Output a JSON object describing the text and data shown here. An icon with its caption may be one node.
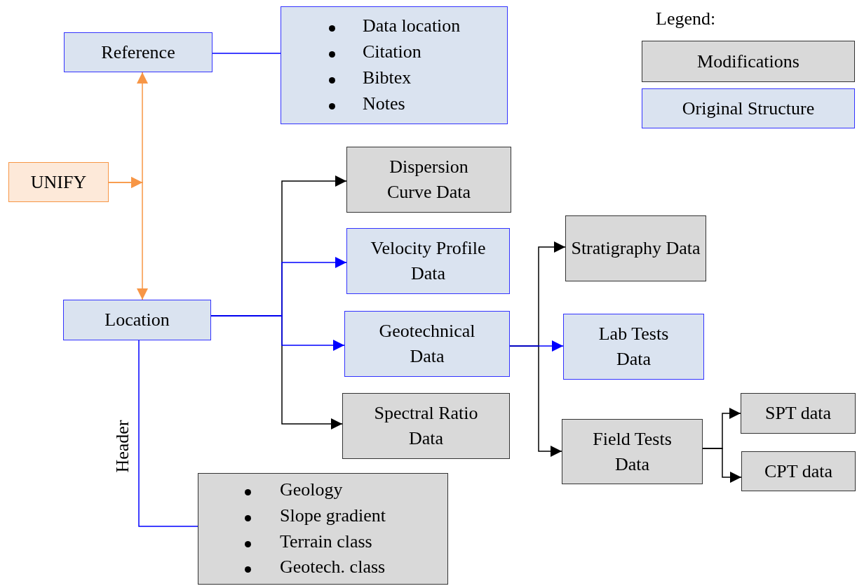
{
  "diagram": {
    "nodes": [
      {
        "text": [
          "Reference"
        ]
      },
      {
        "text": [
          "Data location",
          "Citation",
          "Bibtex",
          "Notes"
        ]
      },
      {
        "text": [
          "UNIFY"
        ]
      },
      {
        "text": [
          "Location"
        ]
      },
      {
        "text": [
          "Dispersion Curve Data"
        ]
      },
      {
        "text": [
          "Velocity Profile Data"
        ]
      },
      {
        "text": [
          "Geotechnical Data"
        ]
      },
      {
        "text": [
          "Spectral Ratio Data"
        ]
      },
      {
        "text": [
          "Stratigraphy Data"
        ]
      },
      {
        "text": [
          "Lab Tests Data"
        ]
      },
      {
        "text": [
          "Field Tests Data"
        ]
      },
      {
        "text": [
          "SPT data"
        ]
      },
      {
        "text": [
          "CPT data"
        ]
      },
      {
        "text": [
          "Geology",
          "Slope gradient",
          "Terrain class",
          "Geotech. class"
        ]
      }
    ],
    "edges": [
      {
        "from": 0,
        "to": 1,
        "arrow": "none",
        "color": "#0000ff"
      },
      {
        "from": 2,
        "to": 0,
        "arrow": "to",
        "color": "#f79646"
      },
      {
        "from": 2,
        "to": 3,
        "arrow": "to",
        "color": "#f79646"
      },
      {
        "from": 3,
        "to": 4,
        "arrow": "to"
      },
      {
        "from": 3,
        "to": 5,
        "arrow": "to",
        "color": "#0000ff"
      },
      {
        "from": 3,
        "to": 6,
        "arrow": "to",
        "color": "#0000ff"
      },
      {
        "from": 3,
        "to": 7,
        "arrow": "to"
      },
      {
        "from": 6,
        "to": 8,
        "arrow": "to"
      },
      {
        "from": 6,
        "to": 9,
        "arrow": "to",
        "color": "#0000ff"
      },
      {
        "from": 6,
        "to": 10,
        "arrow": "to"
      },
      {
        "from": 10,
        "to": 11,
        "arrow": "to"
      },
      {
        "from": 10,
        "to": 12,
        "arrow": "to"
      },
      {
        "from": 3,
        "to": 13,
        "arrow": "none",
        "label": "Header",
        "color": "#0000ff"
      }
    ],
    "labels": [
      "Legend:"
    ],
    "legend": [
      {
        "text": "Modifications",
        "color": "#d9d9d9"
      },
      {
        "text": "Original Structure",
        "color": "#dae3f0"
      }
    ]
  }
}
